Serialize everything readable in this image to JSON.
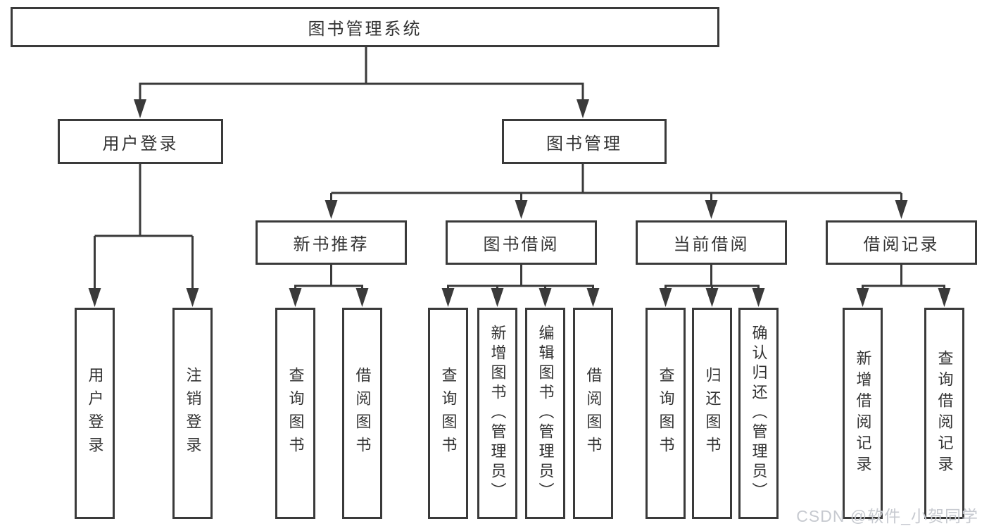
{
  "diagram": {
    "nodes": {
      "root": "图书管理系统",
      "user_login": "用户登录",
      "book_mgmt": "图书管理",
      "new_books": "新书推荐",
      "book_borrow": "图书借阅",
      "current_borrow": "当前借阅",
      "borrow_records": "借阅记录"
    },
    "leaves": {
      "user_login": [
        "用户登录",
        "注销登录"
      ],
      "new_books": [
        "查询图书",
        "借阅图书"
      ],
      "book_borrow": [
        "查询图书",
        "新增图书（管理员）",
        "编辑图书（管理员）",
        "借阅图书"
      ],
      "current_borrow": [
        "查询图书",
        "归还图书",
        "确认归还（管理员）"
      ],
      "borrow_records": [
        "新增借阅记录",
        "查询借阅记录"
      ]
    },
    "watermark": "CSDN @软件_小贺同学"
  },
  "colors": {
    "line": "#3a3a3a",
    "border": "#3a3a3a",
    "text": "#333333",
    "watermark": "#c7cad0",
    "background": "#ffffff"
  }
}
